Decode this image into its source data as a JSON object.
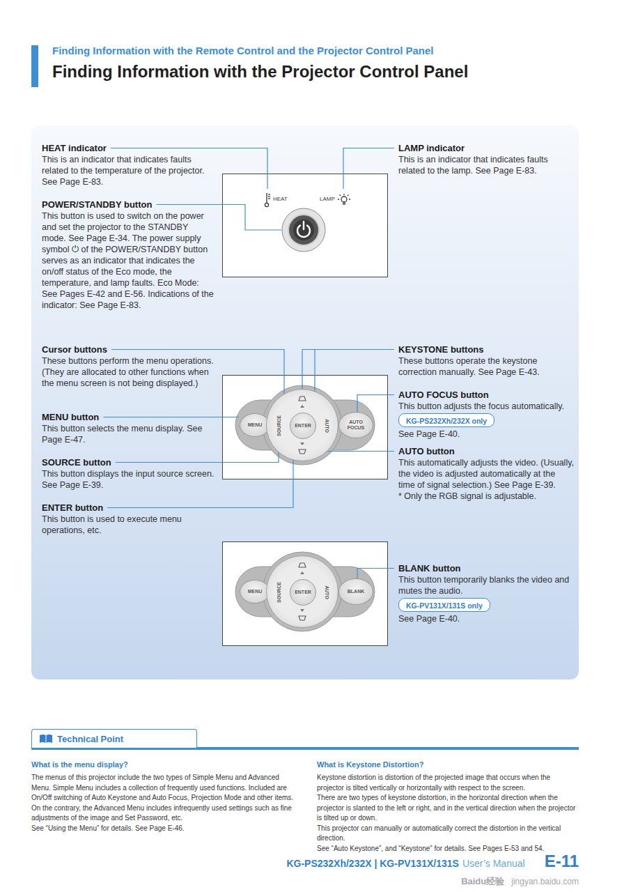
{
  "diagram": {
    "title": "Finding Information with the Projector Control Panel",
    "nodes": [
      {
        "text": [
          "MENU"
        ]
      },
      {
        "text": [
          "SOURCE",
          "AUTO"
        ]
      },
      {
        "text": [
          "ENTER"
        ],
        "in": 1
      },
      {
        "text": [
          "AUTO FOCUS"
        ]
      },
      {
        "text": [
          "KG-PS232Xh/232X only"
        ]
      },
      {
        "text": [
          "MENU"
        ]
      },
      {
        "text": [
          "SOURCE",
          "AUTO"
        ]
      },
      {
        "text": [
          "ENTER"
        ],
        "in": 6
      },
      {
        "text": [
          "BLANK"
        ]
      },
      {
        "text": [
          "KG-PV131X/131S only"
        ]
      },
      {
        "text": [
          "Technical Point"
        ]
      }
    ],
    "labels": [
      "Finding Information with the Remote Control and the Projector Control Panel",
      "HEAT indicator",
      "This is an indicator that indicates faults related to the temperature of the projector. See Page E-83.",
      "POWER/STANDBY button",
      "This button is used to switch on the power and set the projector to the STANDBY mode. See Page E-34. The power supply symbol ⏻ of the POWER/STANDBY button serves as an indicator that indicates the on/off status of the Eco mode, the temperature, and lamp faults. Eco Mode: See Pages E-42 and E-56. Indications of the indicator: See Page E-83.",
      "LAMP indicator",
      "This is an indicator that indicates faults related to the lamp. See Page E-83.",
      "HEAT",
      "LAMP",
      "Cursor buttons",
      "These buttons perform the menu operations. (They are allocated to other functions when the menu screen is not being displayed.)",
      "MENU button",
      "This button selects the menu display. See Page E-47.",
      "SOURCE button",
      "This button displays the input source screen. See Page E-39.",
      "ENTER button",
      "This button is used to execute menu operations, etc.",
      "KEYSTONE buttons",
      "These buttons operate the keystone correction manually. See Page E-43.",
      "AUTO FOCUS button",
      "This button adjusts the focus automatically.",
      "See Page E-40.",
      "AUTO button",
      "This automatically adjusts the video. (Usually, the video is adjusted automatically at the time of signal selection.) See Page E-39.",
      "* Only the RGB signal is adjustable.",
      "BLANK button",
      "This button temporarily blanks the video and mutes the audio.",
      "See Page E-40.",
      "What is the menu display?",
      "The menus of this projector include the two types of Simple Menu and Advanced Menu. Simple Menu includes a collection of frequently used functions. Included are On/Off switching of Auto Keystone and Auto Focus, Projection Mode and other items. On the contrary, the Advanced Menu includes infrequently used settings such as fine adjustments of the image and Set Password, etc.",
      "See “Using the Menu” for details. See Page E-46.",
      "What is Keystone Distortion?",
      "Keystone distortion is distortion of the projected image that occurs when the projector is tilted vertically or horizontally with respect to the screen.",
      "There are two types of keystone distortion, in the horizontal direction when the projector is slanted to the left or right, and in the vertical direction when the projector is tilted up or down.",
      "This projector can manually or automatically correct the distortion in the vertical direction.",
      "See “Auto Keystone”, and “Keystone” for details. See Pages E-53 and 54.",
      "KG-PS232Xh/232X | KG-PV131X/131S",
      "User’s Manual",
      "E-11",
      "Baidu经验",
      "jingyan.baidu.com"
    ]
  }
}
